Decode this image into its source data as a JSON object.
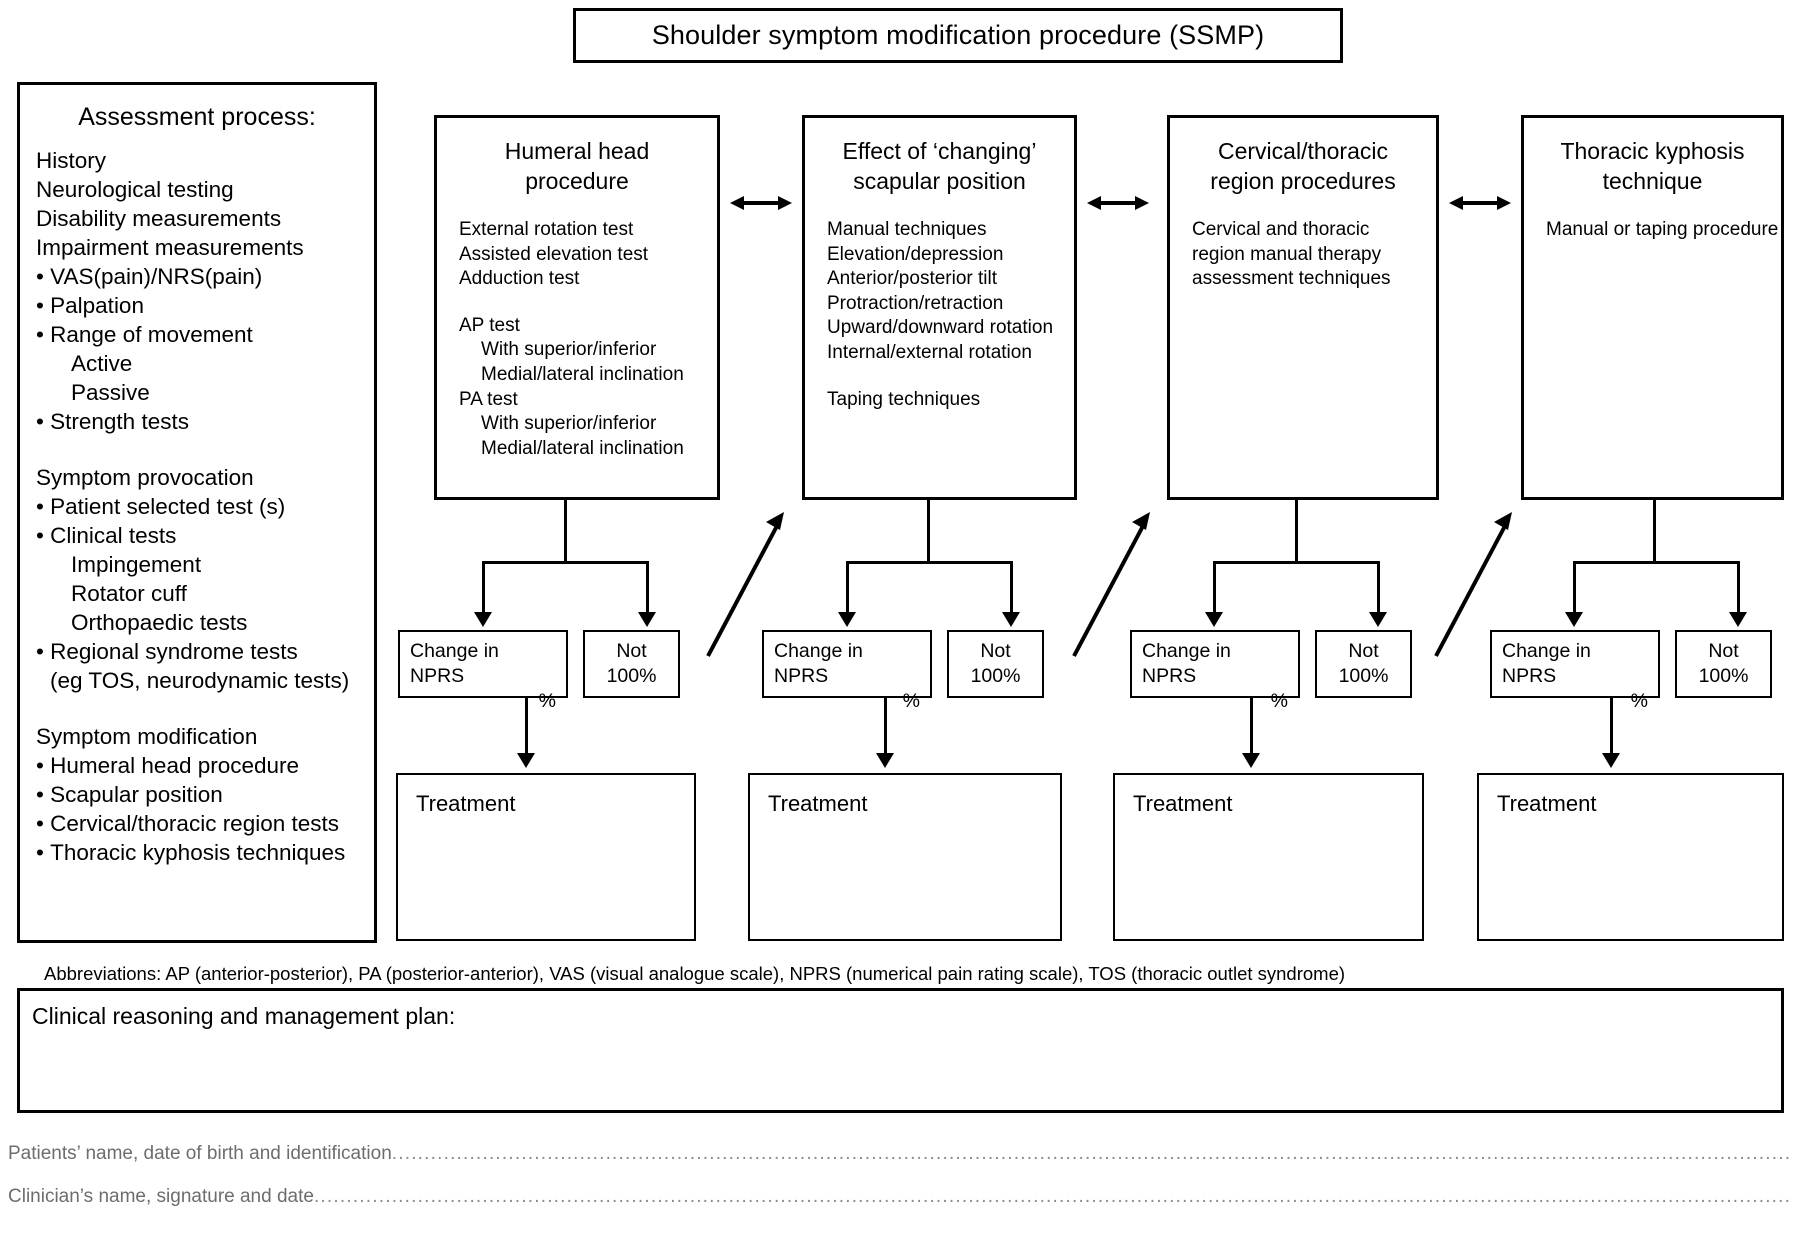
{
  "title": "Shoulder symptom modification procedure (SSMP)",
  "assessment": {
    "heading": "Assessment process:",
    "lines": [
      {
        "text": "History",
        "style": "plain"
      },
      {
        "text": "Neurological testing",
        "style": "plain"
      },
      {
        "text": "Disability measurements",
        "style": "plain"
      },
      {
        "text": "Impairment measurements",
        "style": "plain"
      },
      {
        "text": "VAS(pain)/NRS(pain)",
        "style": "bullet"
      },
      {
        "text": "Palpation",
        "style": "bullet"
      },
      {
        "text": "Range of movement",
        "style": "bullet"
      },
      {
        "text": "Active",
        "style": "sub"
      },
      {
        "text": "Passive",
        "style": "sub"
      },
      {
        "text": "Strength tests",
        "style": "bullet"
      },
      {
        "text": "",
        "style": "gap"
      },
      {
        "text": "Symptom provocation",
        "style": "plain"
      },
      {
        "text": "Patient selected test (s)",
        "style": "bullet"
      },
      {
        "text": "Clinical tests",
        "style": "bullet"
      },
      {
        "text": "Impingement",
        "style": "sub"
      },
      {
        "text": "Rotator cuff",
        "style": "sub"
      },
      {
        "text": "Orthopaedic tests",
        "style": "sub"
      },
      {
        "text": "Regional syndrome tests",
        "style": "bullet"
      },
      {
        "text": "(eg TOS, neurodynamic tests)",
        "style": "cont"
      },
      {
        "text": "",
        "style": "gap"
      },
      {
        "text": "Symptom modification",
        "style": "plain"
      },
      {
        "text": "Humeral head procedure",
        "style": "bullet"
      },
      {
        "text": "Scapular position",
        "style": "bullet"
      },
      {
        "text": "Cervical/thoracic region tests",
        "style": "bullet"
      },
      {
        "text": "Thoracic kyphosis techniques",
        "style": "bullet"
      }
    ]
  },
  "procedures": [
    {
      "title": "Humeral head\nprocedure",
      "body": [
        {
          "text": "External rotation test",
          "indent": 0
        },
        {
          "text": "Assisted elevation test",
          "indent": 0
        },
        {
          "text": "Adduction test",
          "indent": 0
        },
        {
          "text": "",
          "indent": 0,
          "spacer": true
        },
        {
          "text": "AP test",
          "indent": 0
        },
        {
          "text": "With superior/inferior",
          "indent": 1
        },
        {
          "text": "Medial/lateral inclination",
          "indent": 1
        },
        {
          "text": "PA test",
          "indent": 0
        },
        {
          "text": "With superior/inferior",
          "indent": 1
        },
        {
          "text": "Medial/lateral inclination",
          "indent": 1
        }
      ]
    },
    {
      "title": "Effect of ‘changing’\nscapular position",
      "body": [
        {
          "text": "Manual techniques",
          "indent": 0
        },
        {
          "text": "Elevation/depression",
          "indent": 0
        },
        {
          "text": "Anterior/posterior tilt",
          "indent": 0
        },
        {
          "text": "Protraction/retraction",
          "indent": 0
        },
        {
          "text": "Upward/downward rotation",
          "indent": 0
        },
        {
          "text": "Internal/external rotation",
          "indent": 0
        },
        {
          "text": "",
          "indent": 0,
          "spacer": true
        },
        {
          "text": "Taping techniques",
          "indent": 0
        }
      ]
    },
    {
      "title": "Cervical/thoracic\nregion procedures",
      "body": [
        {
          "text": "Cervical and thoracic",
          "indent": 0
        },
        {
          "text": "region manual therapy",
          "indent": 0
        },
        {
          "text": "assessment techniques",
          "indent": 0
        }
      ]
    },
    {
      "title": "Thoracic kyphosis\ntechnique",
      "body": [
        {
          "text": "Manual or taping procedure",
          "indent": 0
        }
      ]
    }
  ],
  "outcome": {
    "change_label": "Change in NPRS",
    "percent_label": "%",
    "not_label_line1": "Not",
    "not_label_line2": "100%"
  },
  "treatment_label": "Treatment",
  "abbreviations": "Abbreviations: AP (anterior-posterior), PA (posterior-anterior), VAS (visual analogue scale), NPRS (numerical pain rating scale), TOS (thoracic outlet syndrome)",
  "clinical_plan_label": "Clinical reasoning and management plan:",
  "signatures": [
    {
      "label": "Patients’ name, date of birth and identification",
      "dots": "........................................................................................................................................................................................................................................................"
    },
    {
      "label": "Clinician’s name, signature and date",
      "dots": "..............................................................................................................................................................................................................................................................................."
    }
  ],
  "colors": {
    "ink": "#000000",
    "muted": "#6d6d6d",
    "paper": "#ffffff"
  }
}
